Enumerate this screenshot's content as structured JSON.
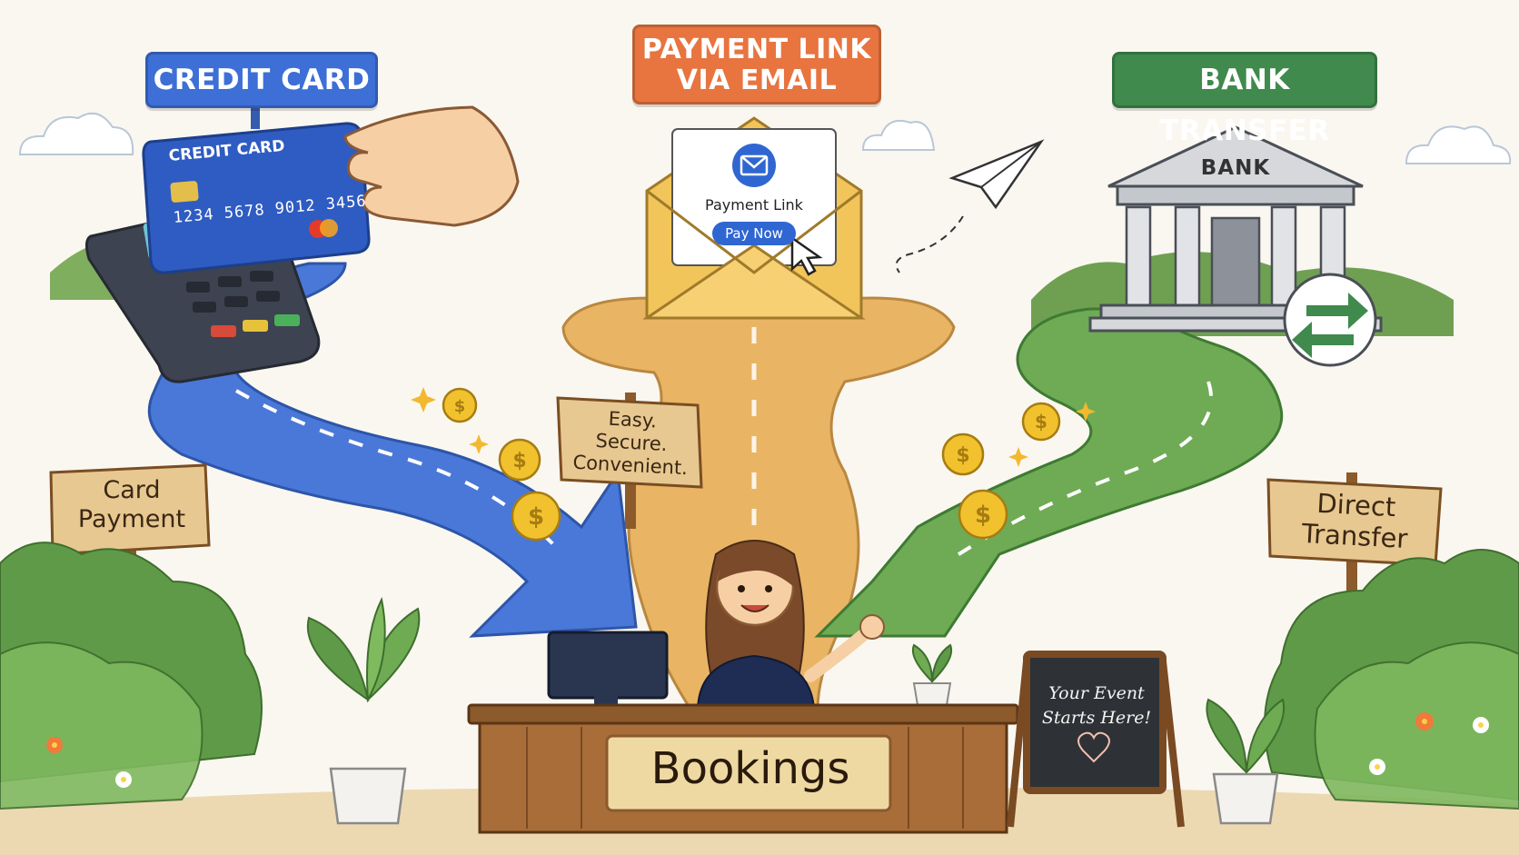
{
  "banners": {
    "credit_card": "CREDIT CARD",
    "payment_link_line1": "PAYMENT LINK",
    "payment_link_line2": "VIA EMAIL",
    "bank_transfer": "BANK TRANSFER"
  },
  "card": {
    "title": "CREDIT CARD",
    "number": "1234 5678 9012 3456"
  },
  "email": {
    "link_label": "Payment Link",
    "button_label": "Pay Now"
  },
  "bank": {
    "label": "BANK"
  },
  "signs": {
    "card_line1": "Card",
    "card_line2": "Payment",
    "center_line1": "Easy.",
    "center_line2": "Secure.",
    "center_line3": "Convenient.",
    "direct_line1": "Direct",
    "direct_line2": "Transfer"
  },
  "desk": {
    "label": "Bookings"
  },
  "chalkboard": {
    "line1": "Your Event",
    "line2": "Starts Here!"
  },
  "colors": {
    "card_path": "#4a78d8",
    "email_path": "#e9b565",
    "bank_path": "#6faa55",
    "credit_banner": "#3d6fd6",
    "email_banner": "#e8743f",
    "bank_banner": "#3f8a4c"
  }
}
